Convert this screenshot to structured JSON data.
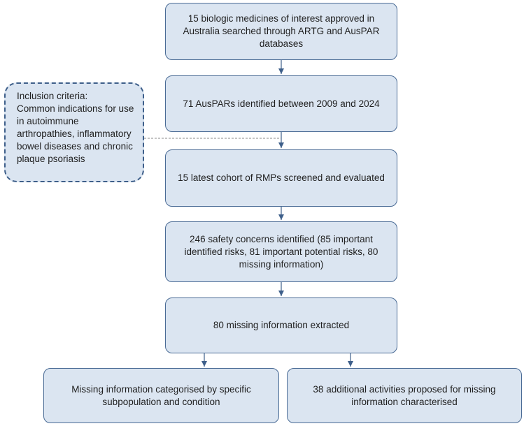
{
  "boxes": {
    "b1": "15 biologic medicines of interest approved in Australia searched through ARTG and AusPAR databases",
    "b2": "71 AusPARs identified between 2009 and 2024",
    "b3": "15 latest cohort of RMPs screened and evaluated",
    "b4": "246 safety concerns identified (85 important identified risks, 81 important potential risks, 80 missing information)",
    "b5": "80 missing information extracted",
    "b6": "Missing information categorised by specific subpopulation and condition",
    "b7": "38 additional activities proposed for missing information characterised"
  },
  "criteria": {
    "heading": "Inclusion criteria:",
    "text": "Common indications for use in autoimmune arthropathies, inflammatory bowel diseases and chronic plaque psoriasis"
  },
  "colors": {
    "box_fill": "#dbe5f1",
    "box_border": "#4a6b95",
    "arrow": "#3e5f8a"
  }
}
